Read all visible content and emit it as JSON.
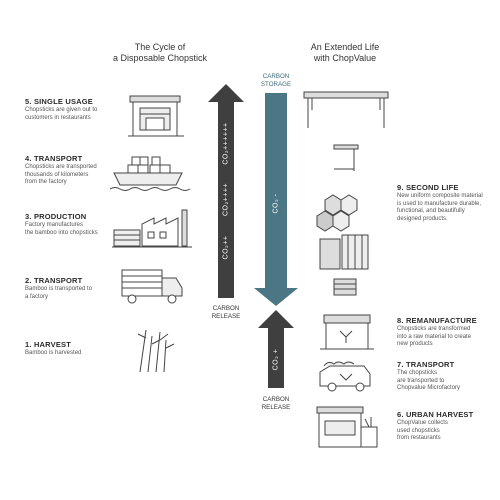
{
  "titles": {
    "left": [
      "The Cycle of",
      "a Disposable Chopstick"
    ],
    "right": [
      "An Extended Life",
      "with ChopValue"
    ]
  },
  "arrows": {
    "left_top_text": "CO₂++++++",
    "left_mid_text": "CO₂++++",
    "left_bot_text": "CO₂++",
    "left_bottom_label": [
      "CARBON",
      "RELEASE"
    ],
    "mid_top_label": [
      "CARBON",
      "STORAGE"
    ],
    "mid_text": "CO₂ -",
    "mid_lower_text": "CO₂ +",
    "mid_bottom_label": [
      "CARBON",
      "RELEASE"
    ],
    "colors": {
      "dark": "#3f3f3f",
      "blue": "#4b7684"
    }
  },
  "left_steps": [
    {
      "title": "5. SINGLE USAGE",
      "desc": [
        "Chopsticks are given out to",
        "customers in restaurants"
      ],
      "icon": "restaurant-icon"
    },
    {
      "title": "4. TRANSPORT",
      "desc": [
        "Chopsticks are transported",
        "thousands of kilometers",
        "from the factory"
      ],
      "icon": "ship-icon"
    },
    {
      "title": "3. PRODUCTION",
      "desc": [
        "Factory manufactures",
        "the bamboo into chopsticks"
      ],
      "icon": "factory-icon"
    },
    {
      "title": "2. TRANSPORT",
      "desc": [
        "Bamboo is transported to",
        "a factory"
      ],
      "icon": "truck-icon"
    },
    {
      "title": "1. HARVEST",
      "desc": [
        "Bamboo is harvested"
      ],
      "icon": "bamboo-icon"
    }
  ],
  "right_steps": [
    {
      "title": "9. SECOND LIFE",
      "desc": [
        "New uniform composite material",
        "is used to manufacture durable,",
        "functional, and beautifully",
        "designed products."
      ],
      "icon": "products-icon"
    },
    {
      "title": "8. REMANUFACTURE",
      "desc": [
        "Chopsticks are transformed",
        "into a raw material to create",
        "new products"
      ],
      "icon": "machine-icon"
    },
    {
      "title": "7. TRANSPORT",
      "desc": [
        "The chopsticks",
        "are transported to",
        "Chopvalue Microfactory"
      ],
      "icon": "van-icon"
    },
    {
      "title": "6. URBAN HARVEST",
      "desc": [
        "ChopValue collects",
        "used chopsticks",
        "from restaurants"
      ],
      "icon": "shop-icon"
    }
  ]
}
